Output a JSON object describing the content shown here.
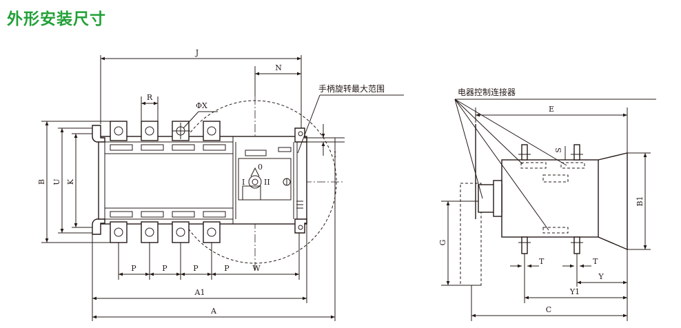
{
  "page": {
    "title": "外形安装尺寸"
  },
  "front_view": {
    "labels": {
      "J": "J",
      "N": "N",
      "R": "R",
      "phiX": "ΦX",
      "B": "B",
      "U": "U",
      "K": "K",
      "P1": "P",
      "P2": "P",
      "P3": "P",
      "P4": "P",
      "W": "W",
      "A1": "A1",
      "A": "A",
      "I": "I",
      "pos_0": "0",
      "pos_I": "I",
      "pos_II": "II",
      "handle_callout": "手柄旋转最大范围"
    }
  },
  "side_view": {
    "labels": {
      "E": "E",
      "S": "S",
      "B1": "B1",
      "G": "G",
      "T1": "T",
      "T2": "T",
      "Y": "Y",
      "Y1": "Y1",
      "C": "C",
      "connector_callout": "电器控制连接器"
    }
  }
}
